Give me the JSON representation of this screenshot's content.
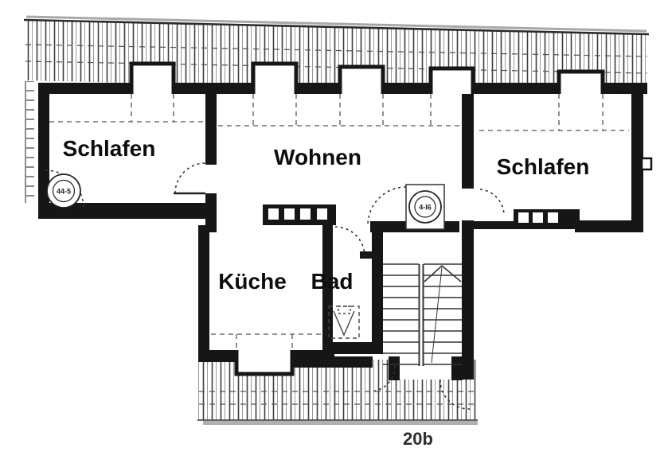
{
  "plan": {
    "type": "apartment-floor-plan",
    "rooms": [
      {
        "id": "schlafen-left",
        "label": "Schlafen"
      },
      {
        "id": "wohnen",
        "label": "Wohnen"
      },
      {
        "id": "schlafen-right",
        "label": "Schlafen"
      },
      {
        "id": "kueche",
        "label": "Küche"
      },
      {
        "id": "bad",
        "label": "Bad"
      }
    ],
    "stamps": [
      {
        "id": "left-corner-stamp",
        "label": "44-5"
      },
      {
        "id": "stair-stamp",
        "label": "4-I6"
      }
    ],
    "caption": "20b",
    "features": [
      "roof-hatching-top",
      "roof-hatching-bottom",
      "five-roof-dormers-top",
      "one-roof-dormer-bottom",
      "double-run-staircase",
      "door-swing-arcs",
      "window-openings-in-walls",
      "ventilation-shaft-in-bad"
    ]
  },
  "colors": {
    "wall": "#161616",
    "thin_line": "#333333",
    "dashed_line": "#555555",
    "hatch_dark": "#3d3d3d",
    "hatch_light": "#8f8f8f",
    "shadow_gray": "#b0b0b0",
    "background": "#ffffff"
  }
}
